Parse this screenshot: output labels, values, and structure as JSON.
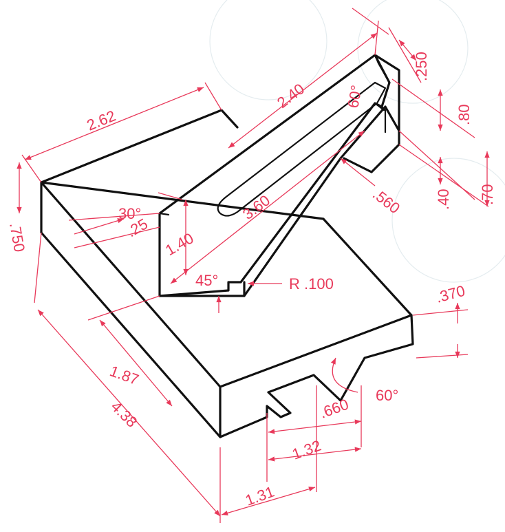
{
  "colors": {
    "object_line": "#111111",
    "dimension": "#e8395a",
    "background": "#ffffff"
  },
  "dimensions": {
    "d262": "2.62",
    "d240": "2.40",
    "d250": ".250",
    "d60a": "60°",
    "d80": ".80",
    "d40": ".40",
    "d70": ".70",
    "d560": ".560",
    "d360": "3.60",
    "d750": ".750",
    "d30": "30°",
    "d25": ".25",
    "d140": "1.40",
    "d45": "45°",
    "r100": "R .100",
    "d370": ".370",
    "d187": "1.87",
    "d438": "4.38",
    "d60b": "60°",
    "d660": ".660",
    "d132": "1.32",
    "d131": "1.31"
  }
}
